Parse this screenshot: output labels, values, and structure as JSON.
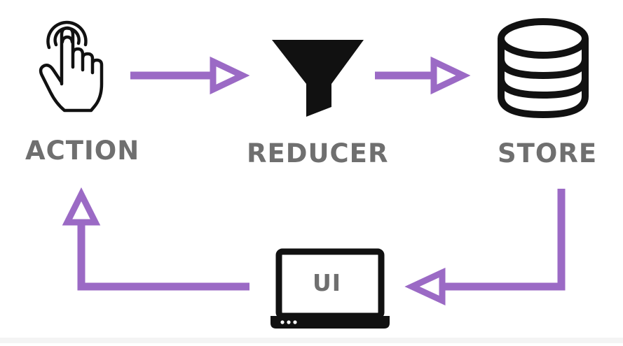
{
  "diagram": {
    "nodes": {
      "action": {
        "label": "ACTION",
        "icon": "pointing-hand-icon"
      },
      "reducer": {
        "label": "REDUCER",
        "icon": "funnel-icon"
      },
      "store": {
        "label": "STORE",
        "icon": "database-icon"
      },
      "ui": {
        "label": "UI",
        "icon": "laptop-icon"
      }
    },
    "edges": [
      {
        "from": "action",
        "to": "reducer"
      },
      {
        "from": "reducer",
        "to": "store"
      },
      {
        "from": "store",
        "to": "ui"
      },
      {
        "from": "ui",
        "to": "action"
      }
    ]
  },
  "colors": {
    "arrow": "#9b6ac5",
    "icon": "#111111",
    "label": "#6f6f6f",
    "background": "#ffffff"
  }
}
